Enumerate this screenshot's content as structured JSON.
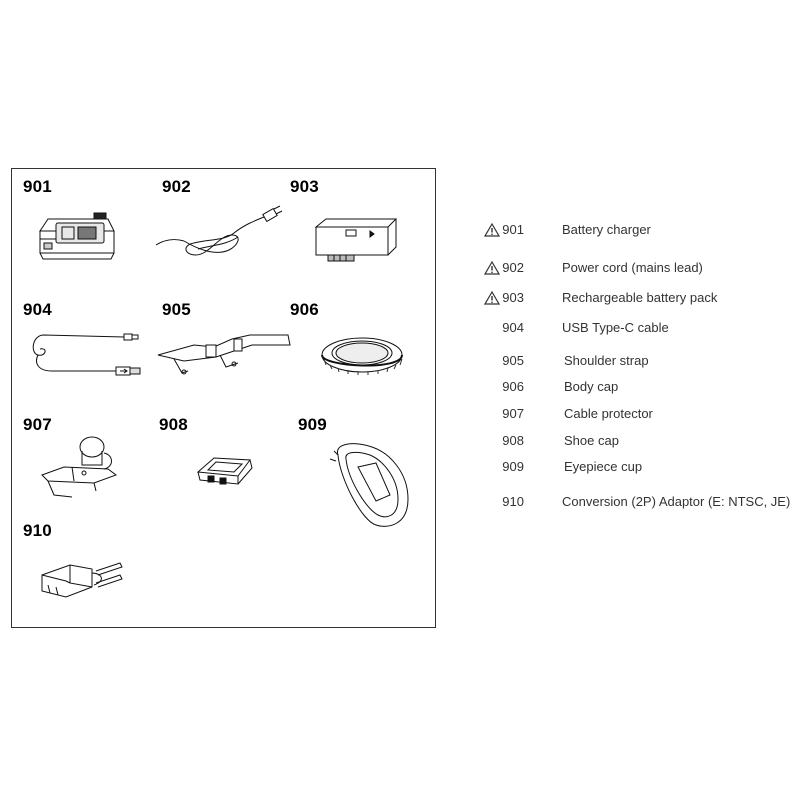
{
  "items": [
    {
      "code": "901",
      "label": "Battery charger",
      "warning": true
    },
    {
      "code": "902",
      "label": "Power cord (mains lead)",
      "warning": true
    },
    {
      "code": "903",
      "label": "Rechargeable battery pack",
      "warning": true
    },
    {
      "code": "904",
      "label": "USB Type-C cable",
      "warning": false
    },
    {
      "code": "905",
      "label": "Shoulder strap",
      "warning": false
    },
    {
      "code": "906",
      "label": "Body cap",
      "warning": false
    },
    {
      "code": "907",
      "label": "Cable protector",
      "warning": false
    },
    {
      "code": "908",
      "label": "Shoe cap",
      "warning": false
    },
    {
      "code": "909",
      "label": "Eyepiece cup",
      "warning": false
    },
    {
      "code": "910",
      "label": "Conversion (2P) Adaptor (E: NTSC, JE)",
      "warning": false
    }
  ],
  "icons": {
    "warning": "warning-triangle-icon"
  }
}
